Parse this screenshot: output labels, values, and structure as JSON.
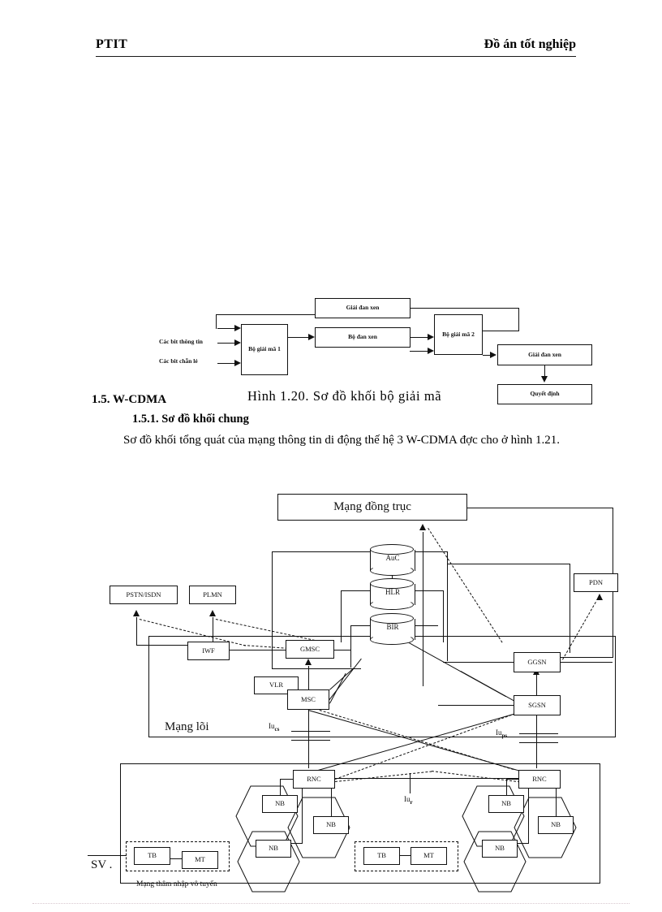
{
  "header": {
    "left": "PTIT",
    "right": "Đồ án tốt nghiệp"
  },
  "figure_1_20": {
    "caption": "Hình 1.20. Sơ đồ khối bộ giải mã",
    "inputs": [
      {
        "label": "Các bit thông tin"
      },
      {
        "label": "Các bit chẵn lẻ"
      }
    ],
    "blocks": [
      {
        "id": "deinterleaver_top",
        "label": "Giải đan xen"
      },
      {
        "id": "decoder_1",
        "label": "Bộ giải mã 1"
      },
      {
        "id": "interleaver",
        "label": "Bộ đan xen"
      },
      {
        "id": "decoder_2",
        "label": "Bộ giải mã 2"
      },
      {
        "id": "deinterleaver_right",
        "label": "Giải đan xen"
      },
      {
        "id": "decision",
        "label": "Quyết định"
      }
    ]
  },
  "body": {
    "section_heading": "1.5.  W-CDMA",
    "subsection_heading": "1.5.1. Sơ đồ khối chung",
    "paragraph": "Sơ đồ khối tổng quát của mạng thông tin di động thế hệ 3 W-CDMA đợc   cho ở hình 1.21."
  },
  "figure_1_21": {
    "backbone": {
      "label": "Mạng đồng trục"
    },
    "core_network_label": "Mạng lõi",
    "radio_access_label": "Mạng thâm nhập vô tuyến",
    "external_nodes": [
      {
        "id": "pstn_isdn",
        "label": "PSTN/ISDN"
      },
      {
        "id": "plmn",
        "label": "PLMN"
      },
      {
        "id": "pdn",
        "label": "PDN"
      }
    ],
    "registers": [
      {
        "id": "auc",
        "label": "AuC"
      },
      {
        "id": "hlr",
        "label": "HLR"
      },
      {
        "id": "bir",
        "label": "BIR"
      }
    ],
    "core_nodes": [
      {
        "id": "iwf",
        "label": "IWF"
      },
      {
        "id": "gmsc",
        "label": "GMSC"
      },
      {
        "id": "vlr",
        "label": "VLR"
      },
      {
        "id": "msc",
        "label": "MSC"
      },
      {
        "id": "sgsn",
        "label": "SGSN"
      },
      {
        "id": "ggsn",
        "label": "GGSN"
      }
    ],
    "interfaces": [
      {
        "id": "iu_cs",
        "base": "Iu",
        "sub": "cs"
      },
      {
        "id": "iu_ps",
        "base": "Iu",
        "sub": "ps"
      },
      {
        "id": "iu_r",
        "base": "Iu",
        "sub": "r"
      }
    ],
    "rnc_nodes": [
      {
        "id": "rnc_left",
        "label": "RNC"
      },
      {
        "id": "rnc_right",
        "label": "RNC"
      }
    ],
    "node_b": [
      {
        "id": "nb_l1",
        "label": "NB"
      },
      {
        "id": "nb_l2",
        "label": "NB"
      },
      {
        "id": "nb_l3",
        "label": "NB"
      },
      {
        "id": "nb_r1",
        "label": "NB"
      },
      {
        "id": "nb_r2",
        "label": "NB"
      },
      {
        "id": "nb_r3",
        "label": "NB"
      }
    ],
    "terminals": [
      {
        "id": "tb_left",
        "label": "TB"
      },
      {
        "id": "mt_left",
        "label": "MT"
      },
      {
        "id": "tb_right",
        "label": "TB"
      },
      {
        "id": "mt_right",
        "label": "MT"
      }
    ]
  },
  "footer": {
    "sv_label": "SV ."
  }
}
